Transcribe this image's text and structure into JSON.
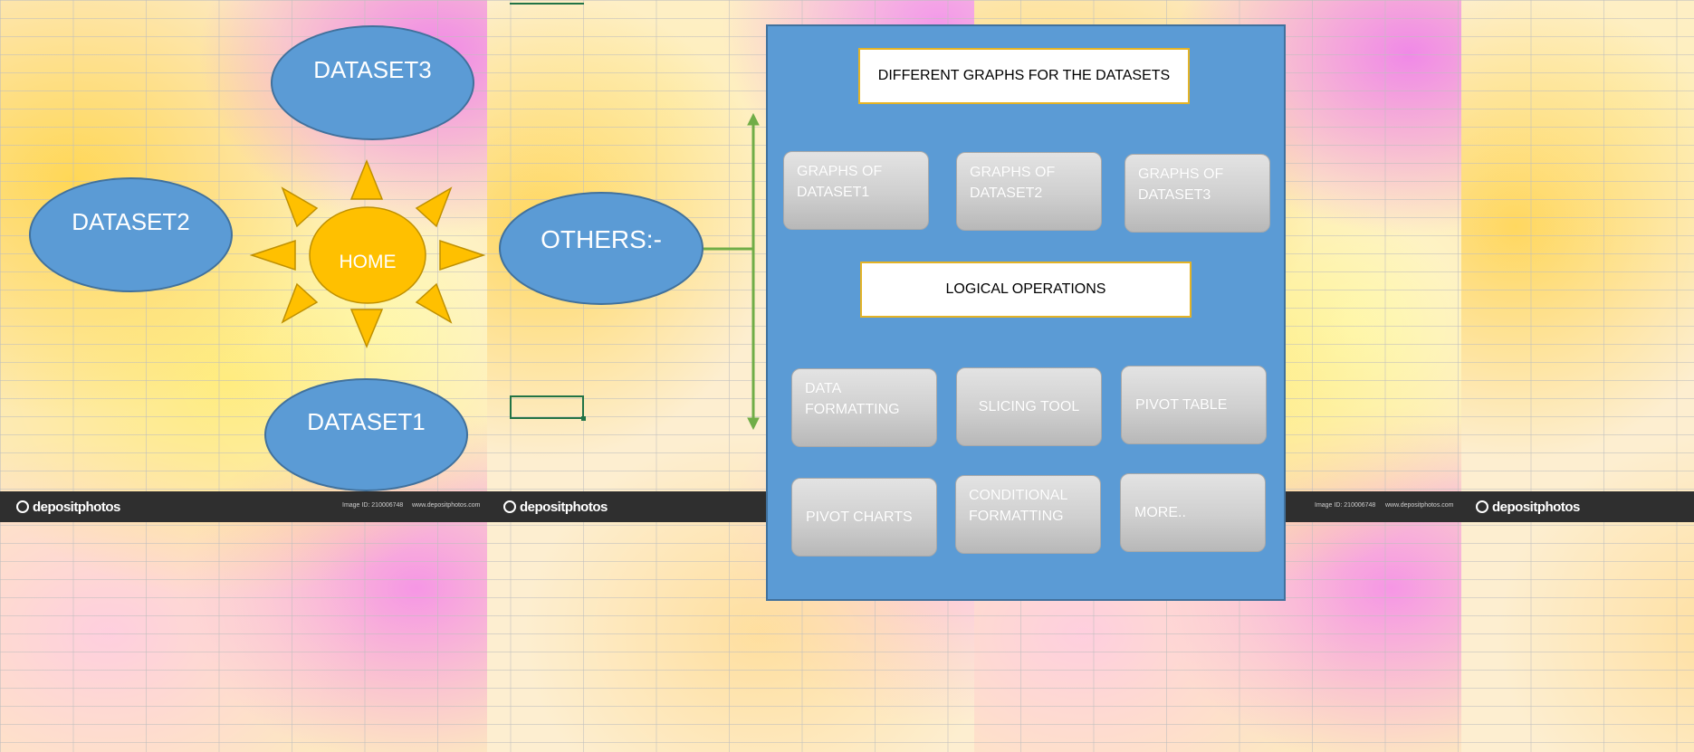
{
  "nodes": {
    "dataset3": "DATASET3",
    "dataset2": "DATASET2",
    "dataset1": "DATASET1",
    "home": "HOME",
    "others": "OTHERS:-"
  },
  "panel": {
    "graphs_title": "DIFFERENT GRAPHS FOR THE DATASETS",
    "graph_buttons": [
      {
        "label": "GRAPHS OF DATASET1"
      },
      {
        "label": "GRAPHS OF DATASET2"
      },
      {
        "label": "GRAPHS OF DATASET3"
      }
    ],
    "logical_title": "LOGICAL OPERATIONS",
    "logical_buttons": [
      {
        "label": "DATA FORMATTING"
      },
      {
        "label": "SLICING TOOL"
      },
      {
        "label": "PIVOT TABLE"
      },
      {
        "label": "PIVOT CHARTS"
      },
      {
        "label": "CONDITIONAL FORMATTING"
      },
      {
        "label": "MORE.."
      }
    ]
  },
  "watermark": {
    "brand": "depositphotos",
    "image_id": "Image ID: 210006748",
    "site": "www.depositphotos.com"
  },
  "colors": {
    "shape_fill": "#5b9bd5",
    "shape_border": "#41719c",
    "sun_fill": "#ffc000",
    "title_border": "#e4b325",
    "connector": "#70ad47"
  }
}
